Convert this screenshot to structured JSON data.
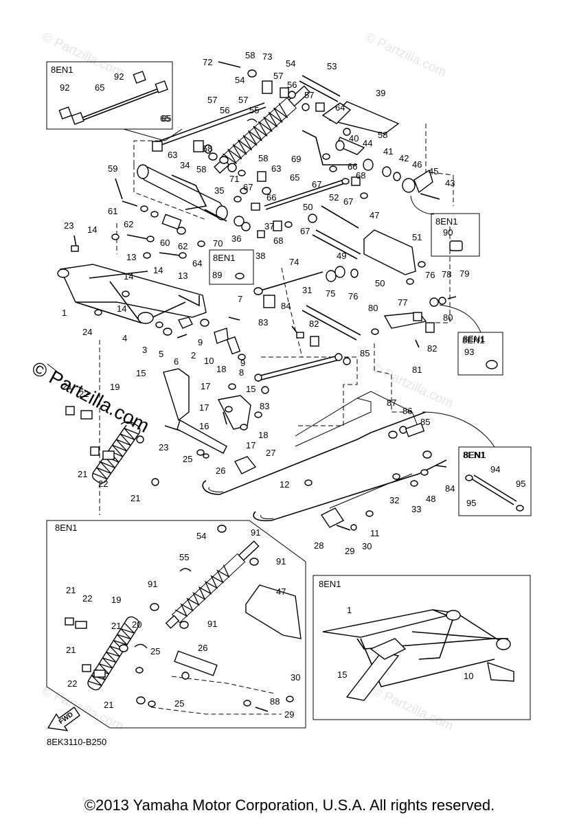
{
  "diagram": {
    "doc_code": "8EK3110-B250",
    "copyright": "©2013 Yamaha Motor Corporation, U.S.A. All rights reserved.",
    "watermark": "© Partzilla.com",
    "faint_watermark": "© Partzilla.com",
    "fwd_label": "FWD",
    "inset_label": "8EN1",
    "callouts": {
      "c1": "1",
      "c2": "2",
      "c3": "3",
      "c4": "4",
      "c5": "5",
      "c6": "6",
      "c7": "7",
      "c8": "8",
      "c9": "9",
      "c10": "10",
      "c11": "11",
      "c12": "12",
      "c13": "13",
      "c14": "14",
      "c15": "15",
      "c16": "16",
      "c17": "17",
      "c18": "18",
      "c19": "19",
      "c20": "20",
      "c21": "21",
      "c22": "22",
      "c23": "23",
      "c24": "24",
      "c25": "25",
      "c26": "26",
      "c27": "27",
      "c28": "28",
      "c29": "29",
      "c30": "30",
      "c31": "31",
      "c32": "32",
      "c33": "33",
      "c34": "34",
      "c35": "35",
      "c36": "36",
      "c37": "37",
      "c38": "38",
      "c39": "39",
      "c40": "40",
      "c41": "41",
      "c42": "42",
      "c43": "43",
      "c44": "44",
      "c45": "45",
      "c46": "46",
      "c47": "47",
      "c48": "48",
      "c49": "49",
      "c50": "50",
      "c51": "51",
      "c52": "52",
      "c53": "53",
      "c54": "54",
      "c55": "55",
      "c56": "56",
      "c57": "57",
      "c58": "58",
      "c59": "59",
      "c60": "60",
      "c61": "61",
      "c62": "62",
      "c63": "63",
      "c64": "64",
      "c65": "65",
      "c66": "66",
      "c67": "67",
      "c68": "68",
      "c69": "69",
      "c70": "70",
      "c71": "71",
      "c72": "72",
      "c73": "73",
      "c74": "74",
      "c75": "75",
      "c76": "76",
      "c77": "77",
      "c78": "78",
      "c79": "79",
      "c80": "80",
      "c81": "81",
      "c82": "82",
      "c83": "83",
      "c84": "84",
      "c85": "85",
      "c86": "86",
      "c87": "87",
      "c88": "88",
      "c89": "89",
      "c90": "90",
      "c91": "91",
      "c92": "92",
      "c93": "93",
      "c94": "94",
      "c95": "95"
    }
  }
}
